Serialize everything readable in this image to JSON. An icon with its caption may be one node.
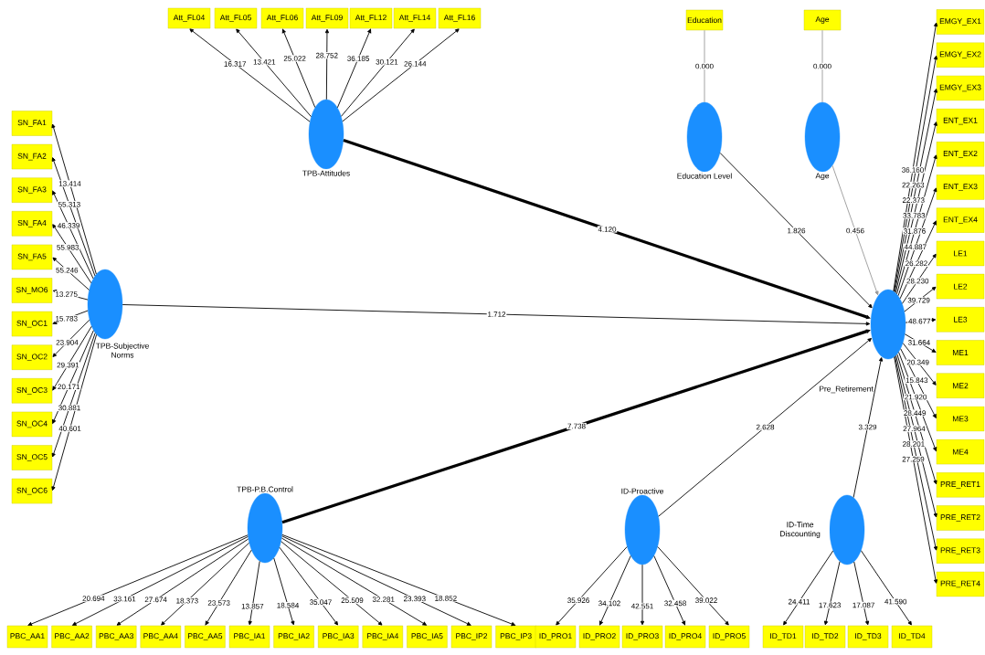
{
  "diagram": {
    "nodes": [
      {
        "text": [
          "TPB-Attitudes"
        ]
      },
      {
        "text": [
          "Education Level"
        ]
      },
      {
        "text": [
          "Age"
        ]
      },
      {
        "text": [
          "TPB-Subjective Norms"
        ]
      },
      {
        "text": [
          "Pre_Retirement"
        ]
      },
      {
        "text": [
          "TPB-P.B.Control"
        ]
      },
      {
        "text": [
          "ID-Proactive"
        ]
      },
      {
        "text": [
          "ID-Time Discounting"
        ]
      },
      {
        "text": [
          "Att_FL04"
        ]
      },
      {
        "text": [
          "Att_FL05"
        ]
      },
      {
        "text": [
          "Att_FL06"
        ]
      },
      {
        "text": [
          "Att_FL09"
        ]
      },
      {
        "text": [
          "Att_FL12"
        ]
      },
      {
        "text": [
          "Att_FL14"
        ]
      },
      {
        "text": [
          "Att_FL16"
        ]
      },
      {
        "text": [
          "Education"
        ]
      },
      {
        "text": [
          "Age"
        ]
      },
      {
        "text": [
          "SN_FA1"
        ]
      },
      {
        "text": [
          "SN_FA2"
        ]
      },
      {
        "text": [
          "SN_FA3"
        ]
      },
      {
        "text": [
          "SN_FA4"
        ]
      },
      {
        "text": [
          "SN_FA5"
        ]
      },
      {
        "text": [
          "SN_MO6"
        ]
      },
      {
        "text": [
          "SN_OC1"
        ]
      },
      {
        "text": [
          "SN_OC2"
        ]
      },
      {
        "text": [
          "SN_OC3"
        ]
      },
      {
        "text": [
          "SN_OC4"
        ]
      },
      {
        "text": [
          "SN_OC5"
        ]
      },
      {
        "text": [
          "SN_OC6"
        ]
      },
      {
        "text": [
          "EMGY_EX1"
        ]
      },
      {
        "text": [
          "EMGY_EX2"
        ]
      },
      {
        "text": [
          "EMGY_EX3"
        ]
      },
      {
        "text": [
          "ENT_EX1"
        ]
      },
      {
        "text": [
          "ENT_EX2"
        ]
      },
      {
        "text": [
          "ENT_EX3"
        ]
      },
      {
        "text": [
          "ENT_EX4"
        ]
      },
      {
        "text": [
          "LE1"
        ]
      },
      {
        "text": [
          "LE2"
        ]
      },
      {
        "text": [
          "LE3"
        ]
      },
      {
        "text": [
          "ME1"
        ]
      },
      {
        "text": [
          "ME2"
        ]
      },
      {
        "text": [
          "ME3"
        ]
      },
      {
        "text": [
          "ME4"
        ]
      },
      {
        "text": [
          "PRE_RET1"
        ]
      },
      {
        "text": [
          "PRE_RET2"
        ]
      },
      {
        "text": [
          "PRE_RET3"
        ]
      },
      {
        "text": [
          "PRE_RET4"
        ]
      },
      {
        "text": [
          "PBC_AA1"
        ]
      },
      {
        "text": [
          "PBC_AA2"
        ]
      },
      {
        "text": [
          "PBC_AA3"
        ]
      },
      {
        "text": [
          "PBC_AA4"
        ]
      },
      {
        "text": [
          "PBC_AA5"
        ]
      },
      {
        "text": [
          "PBC_IA1"
        ]
      },
      {
        "text": [
          "PBC_IA2"
        ]
      },
      {
        "text": [
          "PBC_IA3"
        ]
      },
      {
        "text": [
          "PBC_IA4"
        ]
      },
      {
        "text": [
          "PBC_IA5"
        ]
      },
      {
        "text": [
          "PBC_IP2"
        ]
      },
      {
        "text": [
          "PBC_IP3"
        ]
      },
      {
        "text": [
          "ID_PRO1"
        ]
      },
      {
        "text": [
          "ID_PRO2"
        ]
      },
      {
        "text": [
          "ID_PRO3"
        ]
      },
      {
        "text": [
          "ID_PRO4"
        ]
      },
      {
        "text": [
          "ID_PRO5"
        ]
      },
      {
        "text": [
          "ID_TD1"
        ]
      },
      {
        "text": [
          "ID_TD2"
        ]
      },
      {
        "text": [
          "ID_TD3"
        ]
      },
      {
        "text": [
          "ID_TD4"
        ]
      }
    ],
    "edges": [
      {
        "from": 0,
        "to": 4,
        "arrow": "to",
        "label": "4.120",
        "style": "thick"
      },
      {
        "from": 3,
        "to": 4,
        "arrow": "to",
        "label": "1.712"
      },
      {
        "from": 5,
        "to": 4,
        "arrow": "to",
        "label": "7.738",
        "style": "thick"
      },
      {
        "from": 6,
        "to": 4,
        "arrow": "to",
        "label": "2.628"
      },
      {
        "from": 7,
        "to": 4,
        "arrow": "to",
        "label": "3.329"
      },
      {
        "from": 1,
        "to": 4,
        "arrow": "to",
        "label": "1.826"
      },
      {
        "from": 2,
        "to": 4,
        "arrow": "to",
        "label": "0.456",
        "color": "#999999"
      },
      {
        "from": 1,
        "to": 15,
        "arrow": "none",
        "label": "0.000",
        "color": "#999999"
      },
      {
        "from": 2,
        "to": 16,
        "arrow": "none",
        "label": "0.000",
        "color": "#999999"
      },
      {
        "from": 0,
        "to": 8,
        "arrow": "to",
        "label": "16.317"
      },
      {
        "from": 0,
        "to": 9,
        "arrow": "to",
        "label": "13.421"
      },
      {
        "from": 0,
        "to": 10,
        "arrow": "to",
        "label": "25.022"
      },
      {
        "from": 0,
        "to": 11,
        "arrow": "to",
        "label": "28.752"
      },
      {
        "from": 0,
        "to": 12,
        "arrow": "to",
        "label": "36.185"
      },
      {
        "from": 0,
        "to": 13,
        "arrow": "to",
        "label": "30.121"
      },
      {
        "from": 0,
        "to": 14,
        "arrow": "to",
        "label": "26.144"
      },
      {
        "from": 3,
        "to": 17,
        "arrow": "to",
        "label": "13.414"
      },
      {
        "from": 3,
        "to": 18,
        "arrow": "to",
        "label": "55.313"
      },
      {
        "from": 3,
        "to": 19,
        "arrow": "to",
        "label": "46.339"
      },
      {
        "from": 3,
        "to": 20,
        "arrow": "to",
        "label": "55.983"
      },
      {
        "from": 3,
        "to": 21,
        "arrow": "to",
        "label": "55.246"
      },
      {
        "from": 3,
        "to": 22,
        "arrow": "to",
        "label": "13.275"
      },
      {
        "from": 3,
        "to": 23,
        "arrow": "to",
        "label": "15.783"
      },
      {
        "from": 3,
        "to": 24,
        "arrow": "to",
        "label": "23.904"
      },
      {
        "from": 3,
        "to": 25,
        "arrow": "to",
        "label": "29.391"
      },
      {
        "from": 3,
        "to": 26,
        "arrow": "to",
        "label": "20.171"
      },
      {
        "from": 3,
        "to": 27,
        "arrow": "to",
        "label": "30.881"
      },
      {
        "from": 3,
        "to": 28,
        "arrow": "to",
        "label": "40.601"
      },
      {
        "from": 4,
        "to": 29,
        "arrow": "to",
        "label": "36.160"
      },
      {
        "from": 4,
        "to": 30,
        "arrow": "to",
        "label": "22.263"
      },
      {
        "from": 4,
        "to": 31,
        "arrow": "to",
        "label": "22.373"
      },
      {
        "from": 4,
        "to": 32,
        "arrow": "to",
        "label": "33.783"
      },
      {
        "from": 4,
        "to": 33,
        "arrow": "to",
        "label": "31.876"
      },
      {
        "from": 4,
        "to": 34,
        "arrow": "to",
        "label": "44.887"
      },
      {
        "from": 4,
        "to": 35,
        "arrow": "to",
        "label": "26.282"
      },
      {
        "from": 4,
        "to": 36,
        "arrow": "to",
        "label": "28.230"
      },
      {
        "from": 4,
        "to": 37,
        "arrow": "to",
        "label": "39.729"
      },
      {
        "from": 4,
        "to": 38,
        "arrow": "to",
        "label": "48.677"
      },
      {
        "from": 4,
        "to": 39,
        "arrow": "to",
        "label": "31.664"
      },
      {
        "from": 4,
        "to": 40,
        "arrow": "to",
        "label": "20.349"
      },
      {
        "from": 4,
        "to": 41,
        "arrow": "to",
        "label": "15.843"
      },
      {
        "from": 4,
        "to": 42,
        "arrow": "to",
        "label": "21.920"
      },
      {
        "from": 4,
        "to": 43,
        "arrow": "to",
        "label": "28.449"
      },
      {
        "from": 4,
        "to": 44,
        "arrow": "to",
        "label": "27.964"
      },
      {
        "from": 4,
        "to": 45,
        "arrow": "to",
        "label": "28.201"
      },
      {
        "from": 4,
        "to": 46,
        "arrow": "to",
        "label": "27.259"
      },
      {
        "from": 5,
        "to": 47,
        "arrow": "to",
        "label": "20.694"
      },
      {
        "from": 5,
        "to": 48,
        "arrow": "to",
        "label": "33.161"
      },
      {
        "from": 5,
        "to": 49,
        "arrow": "to",
        "label": "27.674"
      },
      {
        "from": 5,
        "to": 50,
        "arrow": "to",
        "label": "18.373"
      },
      {
        "from": 5,
        "to": 51,
        "arrow": "to",
        "label": "23.573"
      },
      {
        "from": 5,
        "to": 52,
        "arrow": "to",
        "label": "13.857"
      },
      {
        "from": 5,
        "to": 53,
        "arrow": "to",
        "label": "18.584"
      },
      {
        "from": 5,
        "to": 54,
        "arrow": "to",
        "label": "35.047"
      },
      {
        "from": 5,
        "to": 55,
        "arrow": "to",
        "label": "25.509"
      },
      {
        "from": 5,
        "to": 56,
        "arrow": "to",
        "label": "32.281"
      },
      {
        "from": 5,
        "to": 57,
        "arrow": "to",
        "label": "23.393"
      },
      {
        "from": 5,
        "to": 58,
        "arrow": "to",
        "label": "18.852"
      },
      {
        "from": 6,
        "to": 59,
        "arrow": "to",
        "label": "35.926"
      },
      {
        "from": 6,
        "to": 60,
        "arrow": "to",
        "label": "34.102"
      },
      {
        "from": 6,
        "to": 61,
        "arrow": "to",
        "label": "42.551"
      },
      {
        "from": 6,
        "to": 62,
        "arrow": "to",
        "label": "32.458"
      },
      {
        "from": 6,
        "to": 63,
        "arrow": "to",
        "label": "39.022"
      },
      {
        "from": 7,
        "to": 64,
        "arrow": "to",
        "label": "24.411"
      },
      {
        "from": 7,
        "to": 65,
        "arrow": "to",
        "label": "17.623"
      },
      {
        "from": 7,
        "to": 66,
        "arrow": "to",
        "label": "17.087"
      },
      {
        "from": 7,
        "to": 67,
        "arrow": "to",
        "label": "41.590"
      }
    ]
  }
}
